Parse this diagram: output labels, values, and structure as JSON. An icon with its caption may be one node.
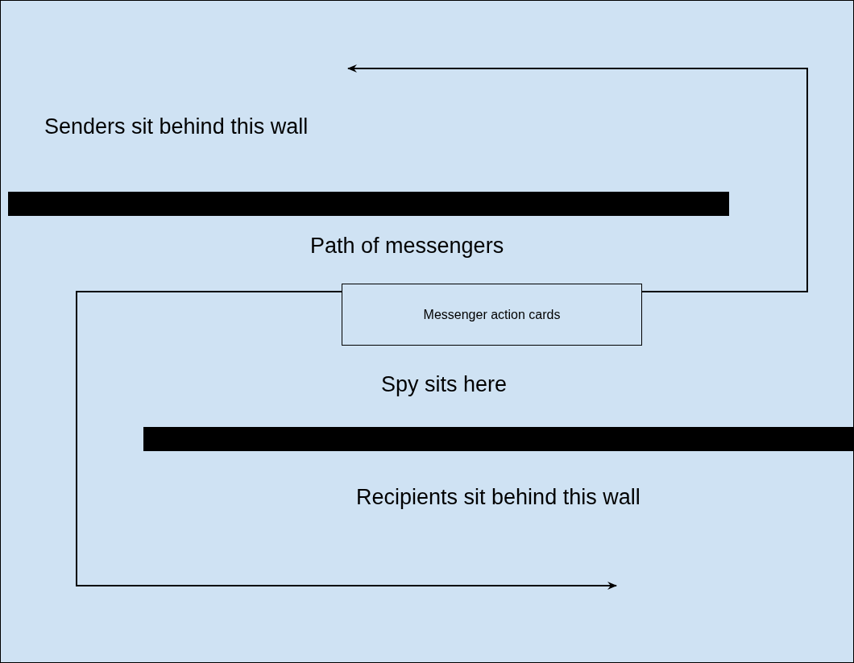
{
  "diagram": {
    "nodes": [
      {
        "text": [],
        "shape": "bar"
      },
      {
        "text": [
          "Messenger action cards"
        ]
      },
      {
        "text": [],
        "shape": "bar"
      }
    ],
    "edges": [
      {
        "from": 1,
        "to": null,
        "arrow": "to"
      },
      {
        "from": 1,
        "to": null,
        "arrow": "to"
      }
    ],
    "labels": [
      "Senders sit behind this wall",
      "Path of messengers",
      "Spy sits here",
      "Recipients sit behind this wall"
    ]
  }
}
